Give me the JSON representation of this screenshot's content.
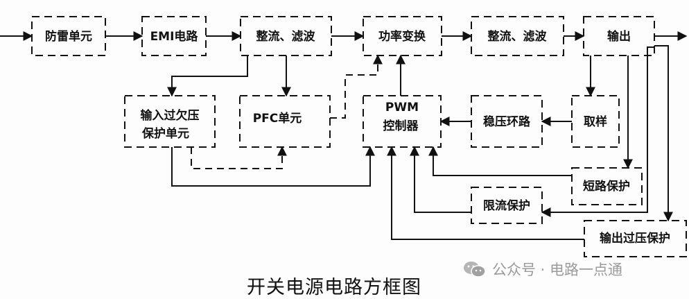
{
  "diagram": {
    "title": "开关电源电路方框图",
    "watermark": "公众号 · 电路一点通",
    "watermark_icon": "wechat-icon",
    "line_color": "#111111",
    "nodes": [
      {
        "id": "lightning",
        "label": "防雷单元"
      },
      {
        "id": "emi",
        "label": "EMI电路"
      },
      {
        "id": "rect1",
        "label": "整流、滤波"
      },
      {
        "id": "power",
        "label": "功率变换"
      },
      {
        "id": "rect2",
        "label": "整流、滤波"
      },
      {
        "id": "output",
        "label": "输出"
      },
      {
        "id": "inprot",
        "label": "输入过欠压",
        "label2": "保护单元"
      },
      {
        "id": "pfc",
        "label": "PFC单元"
      },
      {
        "id": "pwm",
        "label": "PWM",
        "label2": "控制器"
      },
      {
        "id": "regloop",
        "label": "稳压环路"
      },
      {
        "id": "sample",
        "label": "取样"
      },
      {
        "id": "short",
        "label": "短路保护"
      },
      {
        "id": "limit",
        "label": "限流保护"
      },
      {
        "id": "ovp",
        "label": "输出过压保护"
      }
    ],
    "edges": [
      {
        "from": "input",
        "to": "lightning"
      },
      {
        "from": "lightning",
        "to": "emi"
      },
      {
        "from": "emi",
        "to": "rect1"
      },
      {
        "from": "rect1",
        "to": "power"
      },
      {
        "from": "power",
        "to": "rect2"
      },
      {
        "from": "rect2",
        "to": "output"
      },
      {
        "from": "output",
        "to": "external"
      },
      {
        "from": "rect1",
        "to": "inprot"
      },
      {
        "from": "rect1",
        "to": "pfc"
      },
      {
        "from": "pfc",
        "to": "power",
        "style": "dashed"
      },
      {
        "from": "pwm",
        "to": "power"
      },
      {
        "from": "inprot",
        "to": "pfc",
        "style": "dashed"
      },
      {
        "from": "inprot",
        "to": "pwm"
      },
      {
        "from": "output",
        "to": "sample"
      },
      {
        "from": "sample",
        "to": "regloop"
      },
      {
        "from": "regloop",
        "to": "pwm"
      },
      {
        "from": "output",
        "to": "short"
      },
      {
        "from": "short",
        "to": "pwm"
      },
      {
        "from": "output",
        "to": "limit"
      },
      {
        "from": "limit",
        "to": "pwm"
      },
      {
        "from": "output",
        "to": "ovp"
      },
      {
        "from": "ovp",
        "to": "pwm"
      }
    ]
  }
}
